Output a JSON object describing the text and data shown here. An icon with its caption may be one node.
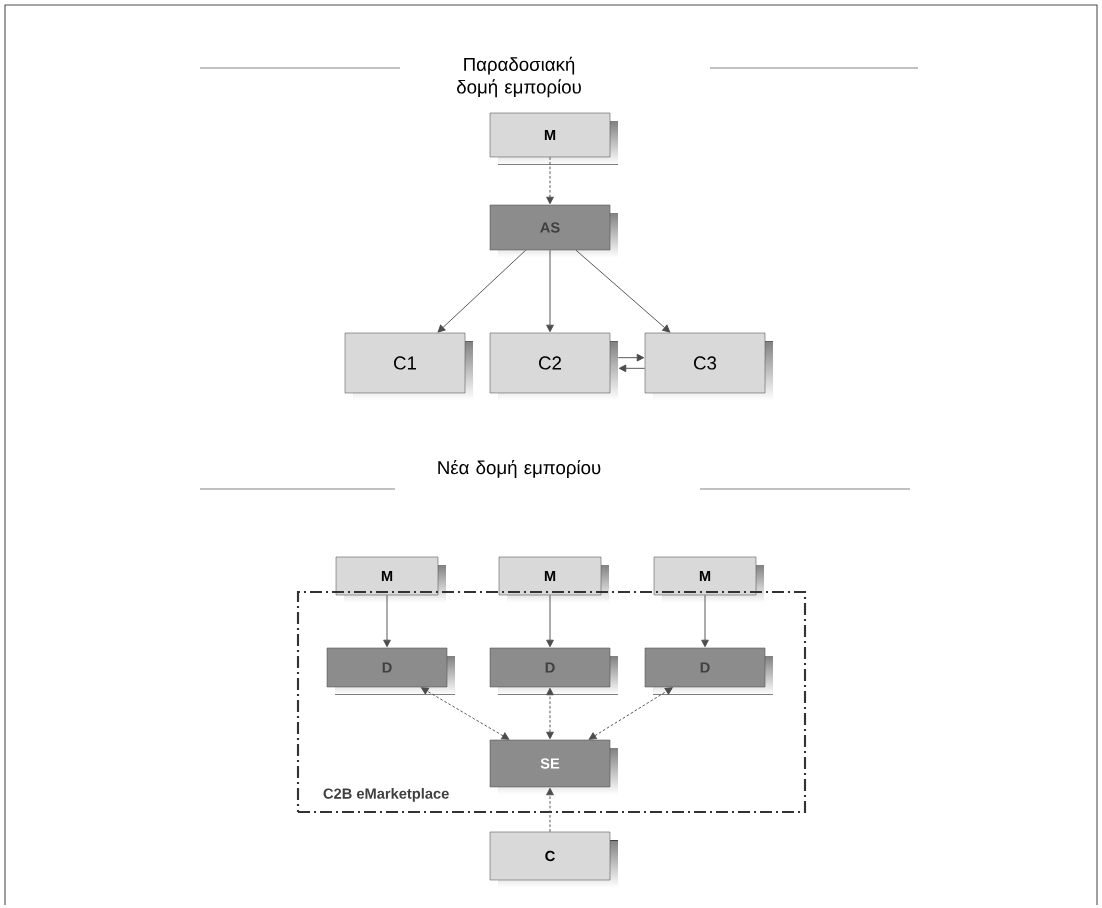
{
  "diagram": {
    "nodes": [
      {
        "text": [
          "M"
        ]
      },
      {
        "text": [
          "AS"
        ]
      },
      {
        "text": [
          "C1"
        ]
      },
      {
        "text": [
          "C2"
        ]
      },
      {
        "text": [
          "C3"
        ]
      },
      {
        "text": [
          "M"
        ]
      },
      {
        "text": [
          "M"
        ]
      },
      {
        "text": [
          "M"
        ]
      },
      {
        "text": [
          "C2B eMarketplace"
        ]
      },
      {
        "text": [
          "D"
        ],
        "in": 8
      },
      {
        "text": [
          "D"
        ],
        "in": 8
      },
      {
        "text": [
          "D"
        ],
        "in": 8
      },
      {
        "text": [
          "SE"
        ],
        "in": 8
      },
      {
        "text": [
          "C"
        ]
      }
    ],
    "edges": [
      {
        "from": 0,
        "to": 1,
        "arrow": "to",
        "style": "dashed"
      },
      {
        "from": 1,
        "to": 2,
        "arrow": "to"
      },
      {
        "from": 1,
        "to": 3,
        "arrow": "to"
      },
      {
        "from": 1,
        "to": 4,
        "arrow": "to"
      },
      {
        "from": 3,
        "to": 4,
        "arrow": "to"
      },
      {
        "from": 4,
        "to": 3,
        "arrow": "to"
      },
      {
        "from": 5,
        "to": 9,
        "arrow": "to"
      },
      {
        "from": 6,
        "to": 10,
        "arrow": "to"
      },
      {
        "from": 7,
        "to": 11,
        "arrow": "to"
      },
      {
        "from": 12,
        "to": 9,
        "arrow": "both",
        "style": "dashed"
      },
      {
        "from": 12,
        "to": 10,
        "arrow": "both",
        "style": "dashed"
      },
      {
        "from": 12,
        "to": 11,
        "arrow": "both",
        "style": "dashed"
      },
      {
        "from": 13,
        "to": 12,
        "arrow": "to",
        "style": "dashed"
      }
    ],
    "labels": [
      "Παραδοσιακή δομή εμπορίου",
      "Νέα δομή εμπορίου"
    ]
  }
}
